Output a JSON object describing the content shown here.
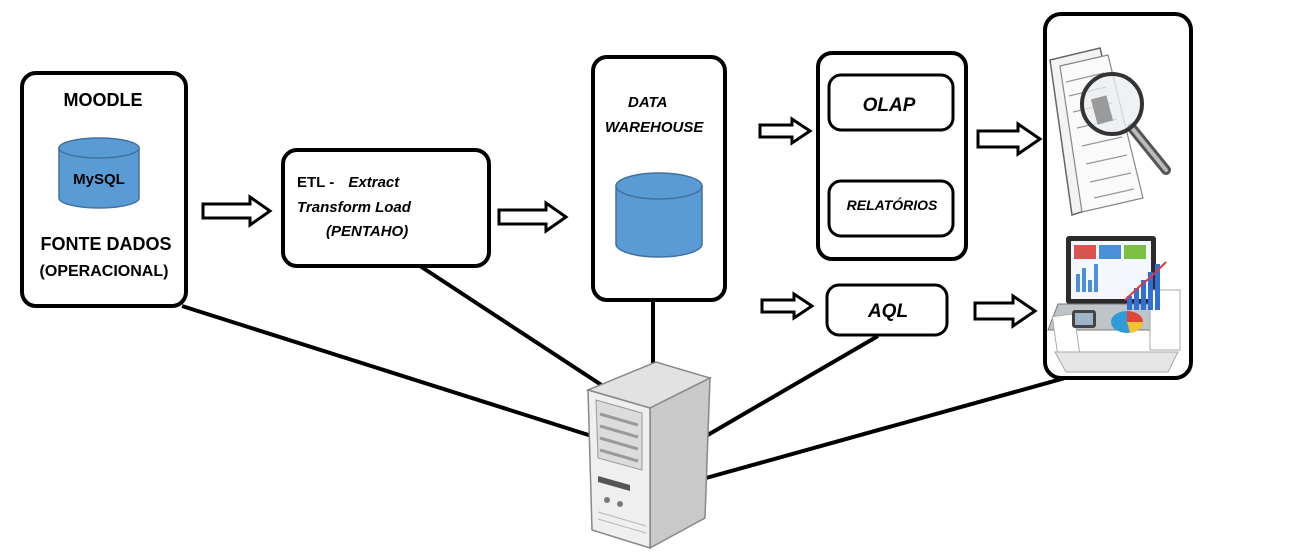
{
  "source": {
    "title": "MOODLE",
    "db_label": "MySQL",
    "caption_line1": "FONTE DADOS",
    "caption_line2": "(OPERACIONAL)"
  },
  "etl": {
    "line1_prefix": "ETL -",
    "line1_italic": "Extract",
    "line2": "Transform Load",
    "line3": "(PENTAHO)"
  },
  "warehouse": {
    "line1": "DATA",
    "line2": "WAREHOUSE"
  },
  "analysis": {
    "olap": "OLAP",
    "relatorios": "RELATÓRIOS",
    "aql": "AQL"
  },
  "icons": {
    "db_source": "database-cylinder-icon",
    "db_warehouse": "database-cylinder-icon",
    "server": "server-tower-icon",
    "report_search": "magnifier-document-icon",
    "dashboard": "laptop-dashboard-icon"
  },
  "colors": {
    "database": "#5b9bd5",
    "stroke": "#000000"
  }
}
